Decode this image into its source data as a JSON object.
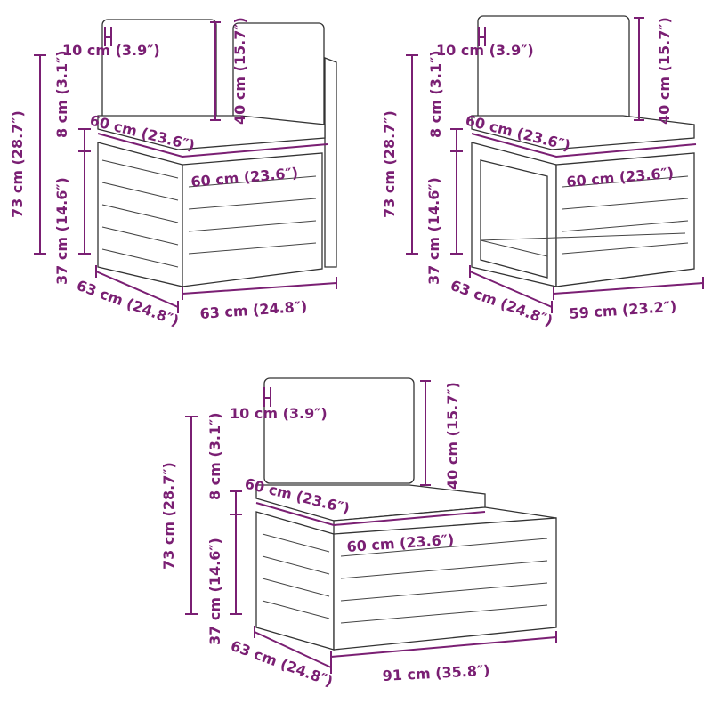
{
  "colors": {
    "dimension": "#7a1f73",
    "outline": "#333333"
  },
  "modules": [
    {
      "name": "corner-module",
      "labels": {
        "back_thickness": "10 cm (3.9″)",
        "back_height": "40 cm (15.7″)",
        "total_height": "73 cm (28.7″)",
        "seat_depth": "60 cm (23.6″)",
        "cushion_height": "8 cm (3.1″)",
        "seat_width": "60 cm (23.6″)",
        "seat_height": "37 cm (14.6″)",
        "depth": "63 cm (24.8″)",
        "width": "63 cm (24.8″)"
      }
    },
    {
      "name": "middle-module",
      "labels": {
        "back_thickness": "10 cm (3.9″)",
        "back_height": "40 cm (15.7″)",
        "total_height": "73 cm (28.7″)",
        "seat_depth": "60 cm (23.6″)",
        "cushion_height": "8 cm (3.1″)",
        "seat_width": "60 cm (23.6″)",
        "seat_height": "37 cm (14.6″)",
        "depth": "63 cm (24.8″)",
        "width": "59 cm (23.2″)"
      }
    },
    {
      "name": "side-table-module",
      "labels": {
        "back_thickness": "10 cm (3.9″)",
        "back_height": "40 cm (15.7″)",
        "total_height": "73 cm (28.7″)",
        "seat_depth": "60 cm (23.6″)",
        "cushion_height": "8 cm (3.1″)",
        "seat_width": "60 cm (23.6″)",
        "seat_height": "37 cm (14.6″)",
        "depth": "63 cm (24.8″)",
        "width": "91 cm (35.8″)"
      }
    }
  ]
}
